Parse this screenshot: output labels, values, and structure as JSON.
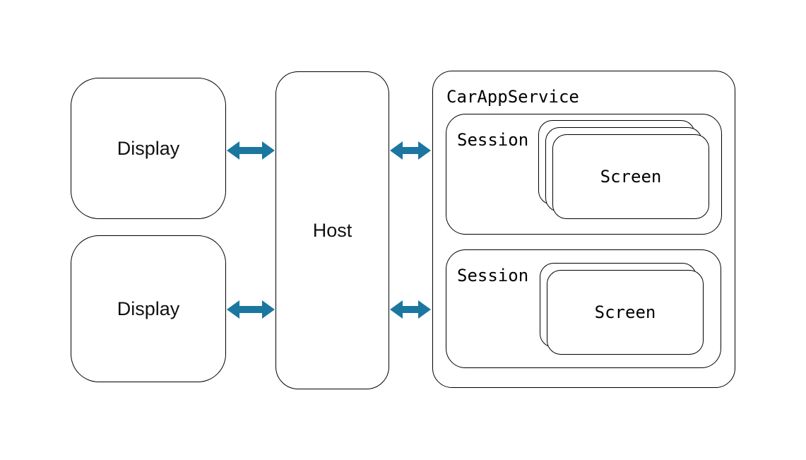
{
  "colors": {
    "arrow": "#1b77a0",
    "border": "#000000",
    "background": "#ffffff"
  },
  "nodes": {
    "display_top": {
      "label": "Display"
    },
    "display_bottom": {
      "label": "Display"
    },
    "host": {
      "label": "Host"
    },
    "car_app_service": {
      "label": "CarAppService"
    },
    "session_top": {
      "label": "Session",
      "screen_label": "Screen",
      "screen_count": 3
    },
    "session_bottom": {
      "label": "Session",
      "screen_label": "Screen",
      "screen_count": 2
    }
  },
  "arrows": [
    {
      "name": "display-top-to-host",
      "direction": "bidirectional"
    },
    {
      "name": "host-to-carappservice-top",
      "direction": "bidirectional"
    },
    {
      "name": "display-bottom-to-host",
      "direction": "bidirectional"
    },
    {
      "name": "host-to-carappservice-bottom",
      "direction": "bidirectional"
    }
  ]
}
